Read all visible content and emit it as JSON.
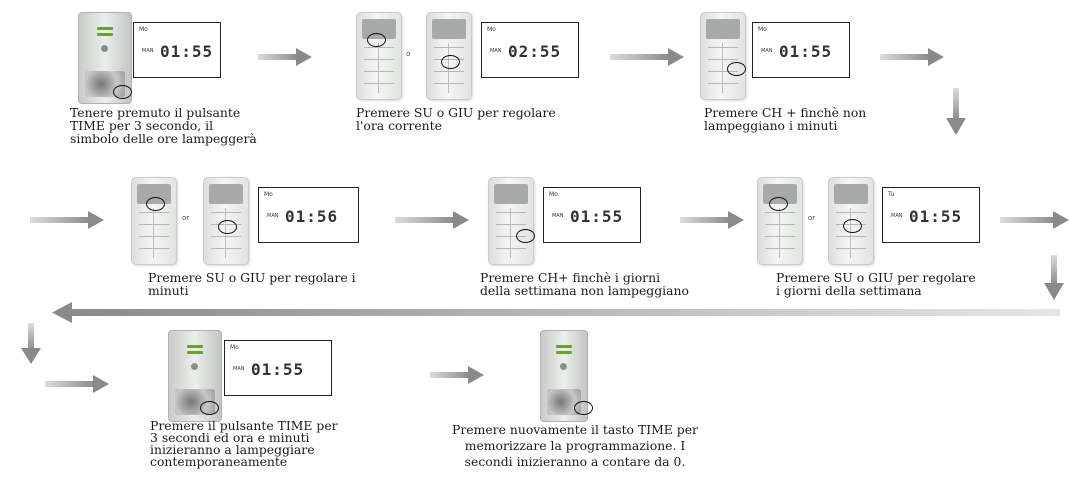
{
  "captions": {
    "c1": [
      "Tenere premuto il pulsante",
      "TIME per 3 secondo,  il",
      "simbolo delle ore lampeggerà"
    ],
    "c2": [
      "Premere SU o GIU per regolare",
      "l'ora corrente"
    ],
    "c3": [
      "Premere CH + finchè non",
      "lampeggiano i minuti"
    ],
    "c4": [
      "Premere SU o GIU per regolare i",
      "minuti"
    ],
    "c5": [
      "Premere CH+ finchè i giorni",
      "della settimana non lampeggiano"
    ],
    "c6": [
      "Premere SU o GIU per regolare",
      "i giorni della settimana"
    ],
    "c7": [
      "Premere il pulsante TIME per",
      "3 secondi ed ora e minuti",
      "inizieranno a lampeggiare",
      "contemporaneamente"
    ],
    "c8": [
      "Premere nuovamente il tasto TIME per",
      "memorizzare la programmazione. I",
      "secondi inizieranno a contare da 0."
    ]
  },
  "screens": {
    "s1": {
      "day": "Mo",
      "man": "MAN",
      "time": "01:55"
    },
    "s2": {
      "day": "Mo",
      "man": "MAN",
      "time": "02:55"
    },
    "s3": {
      "day": "Mo",
      "man": "MAN",
      "time": "01:55"
    },
    "s4": {
      "day": "Mo",
      "man": "MAN",
      "time": "01:56"
    },
    "s5": {
      "day": "Mo",
      "man": "MAN",
      "time": "01:55"
    },
    "s6": {
      "day": "Tu",
      "man": "MAN",
      "time": "01:55"
    },
    "s7": {
      "day": "Mo",
      "man": "MAN",
      "time": "01:55"
    }
  },
  "separators": {
    "o": "o",
    "or1": "or",
    "or2": "or"
  },
  "colors": {
    "arrow": "#8f8f8f",
    "lcd_border": "#222222",
    "indicator_green": "#66a32a"
  }
}
